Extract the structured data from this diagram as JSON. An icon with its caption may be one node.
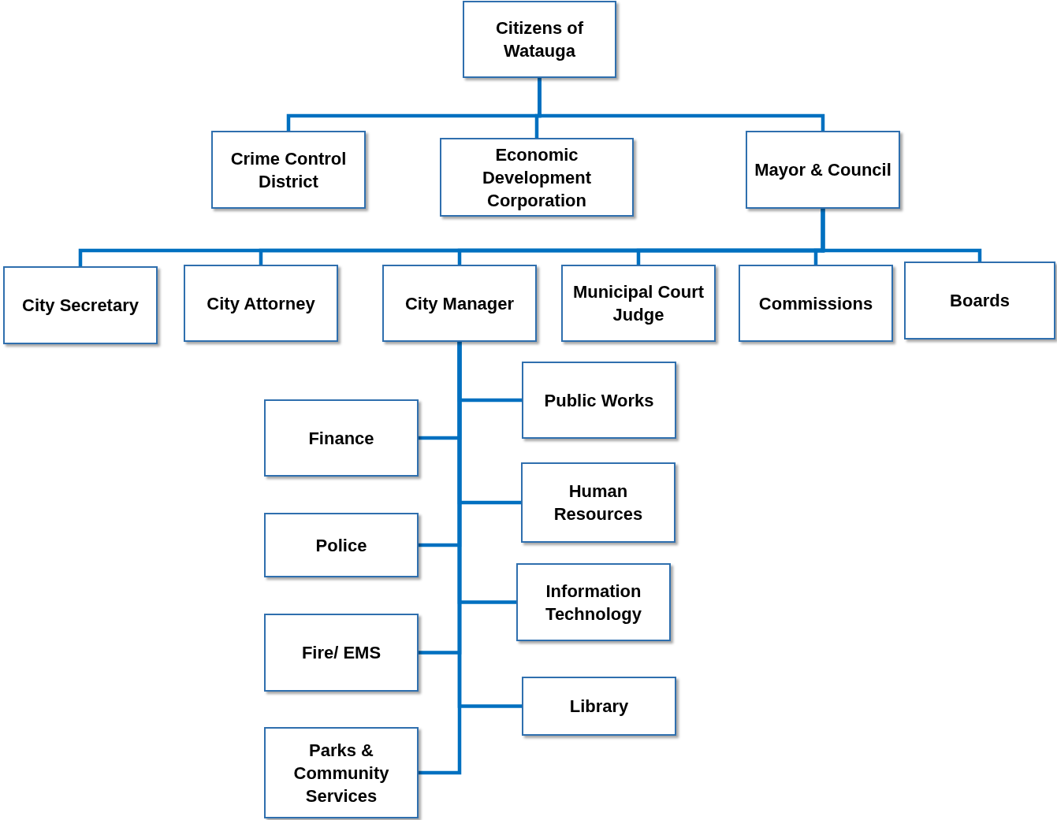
{
  "diagram": {
    "nodes": [
      {
        "text": [
          "Citizens of Watauga"
        ]
      },
      {
        "text": [
          "Crime Control District"
        ]
      },
      {
        "text": [
          "Economic Development Corporation"
        ]
      },
      {
        "text": [
          "Mayor & Council"
        ]
      },
      {
        "text": [
          "City Secretary"
        ]
      },
      {
        "text": [
          "City Attorney"
        ]
      },
      {
        "text": [
          "City Manager"
        ]
      },
      {
        "text": [
          "Municipal Court Judge"
        ]
      },
      {
        "text": [
          "Commissions"
        ]
      },
      {
        "text": [
          "Boards"
        ]
      },
      {
        "text": [
          "Public Works"
        ]
      },
      {
        "text": [
          "Finance"
        ]
      },
      {
        "text": [
          "Human Resources"
        ]
      },
      {
        "text": [
          "Police"
        ]
      },
      {
        "text": [
          "Information Technology"
        ]
      },
      {
        "text": [
          "Fire/ EMS"
        ]
      },
      {
        "text": [
          "Library"
        ]
      },
      {
        "text": [
          "Parks & Community Services"
        ]
      }
    ],
    "edges": [
      {
        "from": 0,
        "to": 1,
        "arrow": "none"
      },
      {
        "from": 0,
        "to": 2,
        "arrow": "none"
      },
      {
        "from": 0,
        "to": 3,
        "arrow": "none"
      },
      {
        "from": 3,
        "to": 4,
        "arrow": "none"
      },
      {
        "from": 3,
        "to": 5,
        "arrow": "none"
      },
      {
        "from": 3,
        "to": 6,
        "arrow": "none"
      },
      {
        "from": 3,
        "to": 7,
        "arrow": "none"
      },
      {
        "from": 3,
        "to": 8,
        "arrow": "none"
      },
      {
        "from": 3,
        "to": 9,
        "arrow": "none"
      },
      {
        "from": 6,
        "to": 10,
        "arrow": "none"
      },
      {
        "from": 6,
        "to": 11,
        "arrow": "none"
      },
      {
        "from": 6,
        "to": 12,
        "arrow": "none"
      },
      {
        "from": 6,
        "to": 13,
        "arrow": "none"
      },
      {
        "from": 6,
        "to": 14,
        "arrow": "none"
      },
      {
        "from": 6,
        "to": 15,
        "arrow": "none"
      },
      {
        "from": 6,
        "to": 16,
        "arrow": "none"
      },
      {
        "from": 6,
        "to": 17,
        "arrow": "none"
      }
    ]
  }
}
